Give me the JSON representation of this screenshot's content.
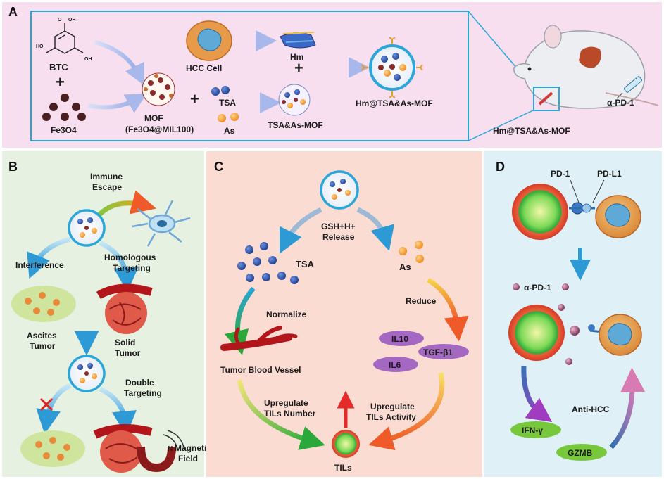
{
  "panels": {
    "a": {
      "letter": "A",
      "btc": "BTC",
      "plus": "+",
      "fe3o4": "Fe3O4",
      "mof_line1": "MOF",
      "mof_line2": "(Fe3O4@MIL100)",
      "hcc_cell": "HCC Cell",
      "hm": "Hm",
      "tsa": "TSA",
      "as": "As",
      "tsa_as_mof": "TSA&As-MOF",
      "hm_tsa_as_mof": "Hm@TSA&As-MOF",
      "mouse_drug": "Hm@TSA&As-MOF",
      "anti_pd1": "α-PD-1",
      "oh_label": "OH",
      "o_label": "O",
      "ho_label": "HO"
    },
    "b": {
      "letter": "B",
      "immune_escape_1": "Immune",
      "immune_escape_2": "Escape",
      "interference": "Interference",
      "homologous_1": "Homologous",
      "homologous_2": "Targeting",
      "ascites_1": "Ascites",
      "ascites_2": "Tumor",
      "solid_1": "Solid",
      "solid_2": "Tumor",
      "double_1": "Double",
      "double_2": "Targeting",
      "magnetic_1": "Magnetic",
      "magnetic_2": "Field",
      "magnet_n": "N"
    },
    "c": {
      "letter": "C",
      "release_1": "GSH+H+",
      "release_2": "Release",
      "tsa": "TSA",
      "as": "As",
      "normalize": "Normalize",
      "reduce": "Reduce",
      "il10": "IL10",
      "tgf": "TGF-β1",
      "il6": "IL6",
      "vessel": "Tumor Blood Vessel",
      "upreg_num_1": "Upregulate",
      "upreg_num_2": "TILs Number",
      "upreg_act_1": "Upregulate",
      "upreg_act_2": "TILs Activity",
      "tils": "TILs"
    },
    "d": {
      "letter": "D",
      "pd1": "PD-1",
      "pdl1": "PD-L1",
      "anti_pd1": "α-PD-1",
      "ifn": "IFN-γ",
      "gzmb": "GZMB",
      "anti_hcc": "Anti-HCC"
    }
  },
  "colors": {
    "panel_a_bg": "#f7dff0",
    "panel_b_bg": "#e6f1e1",
    "panel_c_bg": "#fbdcd2",
    "panel_d_bg": "#dff1f6",
    "frame_blue": "#2aa6d8",
    "arrow_blue": "#2d9ad6",
    "cytokine_purple": "#a468c2",
    "green_label": "#78c83e",
    "vessel_red": "#b3161a"
  }
}
